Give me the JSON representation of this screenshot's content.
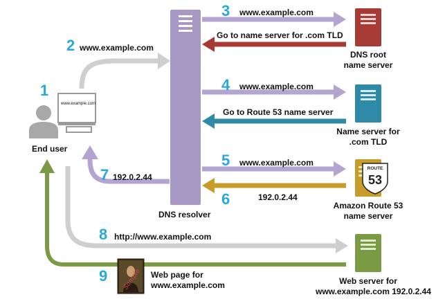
{
  "colors": {
    "step_number": "#29a8e0",
    "resolver": "#a898c4",
    "request_arrow": "#b4a4d0",
    "root_server": "#a83a36",
    "tld_server": "#2e8aa6",
    "route53_server": "#c89c2a",
    "web_server": "#7a9a44",
    "gray_arrow": "#cfcfcf",
    "user_icon": "#a8a8a8"
  },
  "icons": {
    "resolver": "server-tower-icon",
    "root": "server-icon",
    "tld": "server-icon",
    "route53": "route-53-shield-server-icon",
    "web": "server-icon",
    "user": "person-icon",
    "computer": "computer-monitor-icon",
    "webpage": "webpage-painting-icon"
  },
  "steps": {
    "s1": "1",
    "s2": "2",
    "s3": "3",
    "s4": "4",
    "s5": "5",
    "s6": "6",
    "s7": "7",
    "s8": "8",
    "s9": "9"
  },
  "labels": {
    "end_user": "End user",
    "screen_text": "www.example.com",
    "dns_resolver": "DNS resolver",
    "root_line1": "DNS root",
    "root_line2": "name server",
    "tld_line1": "Name server for",
    "tld_line2": ".com TLD",
    "r53_line1": "Amazon Route 53",
    "r53_line2": "name server",
    "web_line1": "Web server for",
    "web_line2": "www.example.com 192.0.2.44",
    "route_shield_top": "ROUTE",
    "route_shield_num": "53",
    "painting_text": "Sample"
  },
  "messages": {
    "m2": "www.example.com",
    "m3": "www.example.com",
    "m3_reply": "Go to name server for .com TLD",
    "m4": "www.example.com",
    "m4_reply": "Go to Route 53 name server",
    "m5": "www.example.com",
    "m6": "192.0.2.44",
    "m7": "192.0.2.44",
    "m8": "http://www.example.com",
    "m9_line1": "Web page for",
    "m9_line2": "www.example.com"
  }
}
